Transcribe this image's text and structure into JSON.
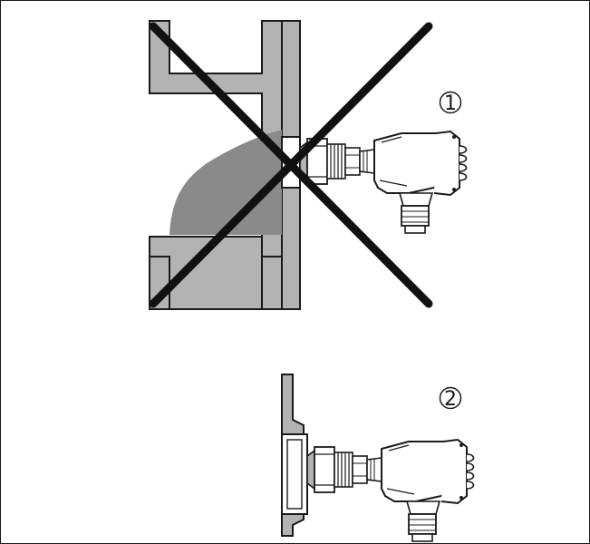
{
  "figure": {
    "callouts": [
      {
        "id": "1",
        "label": "1",
        "meaning": "incorrect"
      },
      {
        "id": "2",
        "label": "2",
        "meaning": "correct"
      }
    ],
    "colors": {
      "line": "#1a1a1a",
      "metal": "#b3b3b3",
      "medium": "#8a8a8a",
      "white": "#ffffff",
      "cross": "#111111"
    }
  }
}
